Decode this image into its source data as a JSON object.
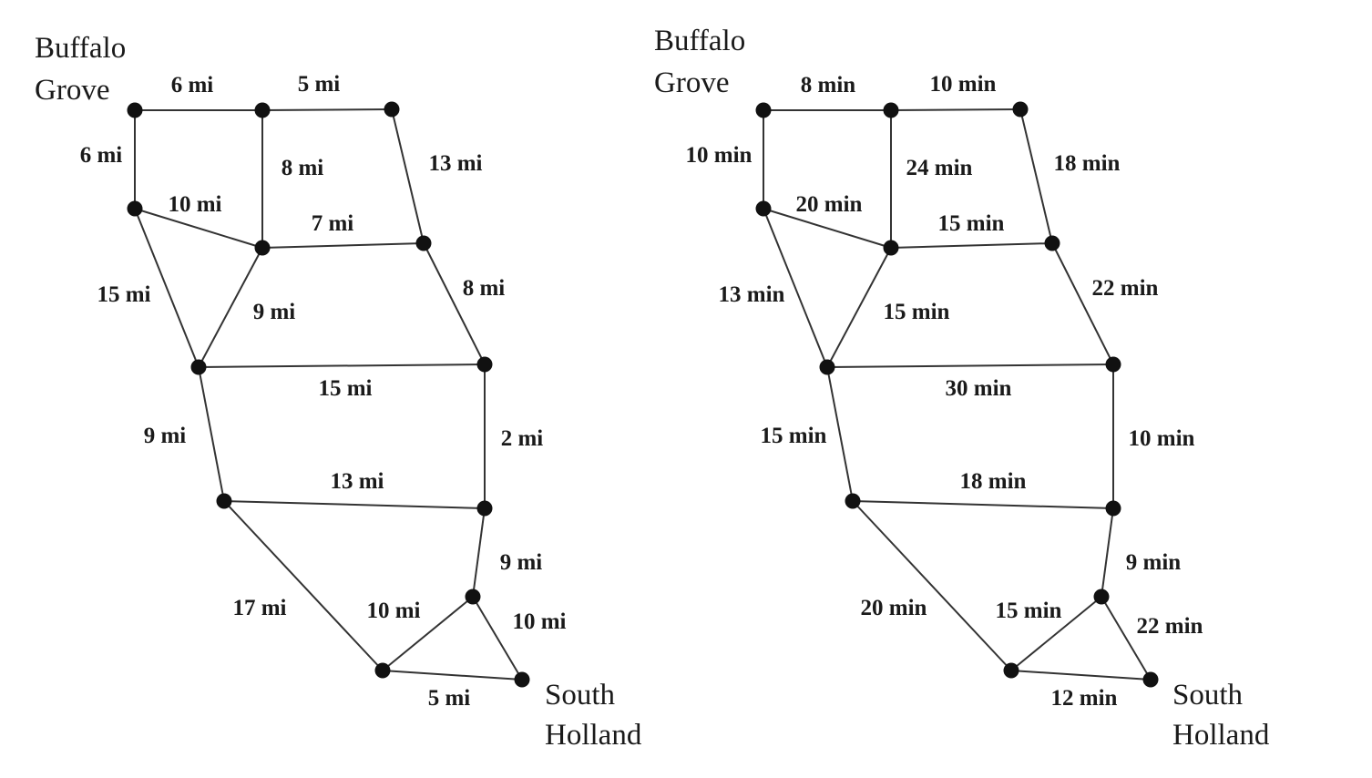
{
  "colors": {
    "edge": "#333333",
    "node": "#111111",
    "text": "#1a1a1a",
    "background": "#ffffff"
  },
  "graphs": [
    {
      "name": "distance-graph",
      "start_label": [
        "Buffalo",
        "Grove"
      ],
      "end_label": [
        "South",
        "Holland"
      ],
      "edge_labels": [
        "6 mi",
        "5 mi",
        "6 mi",
        "8 mi",
        "13 mi",
        "10 mi",
        "7 mi",
        "15 mi",
        "9 mi",
        "8 mi",
        "15 mi",
        "9 mi",
        "2 mi",
        "13 mi",
        "17 mi",
        "9 mi",
        "10 mi",
        "10 mi",
        "5 mi"
      ]
    },
    {
      "name": "time-graph",
      "start_label": [
        "Buffalo",
        "Grove"
      ],
      "end_label": [
        "South",
        "Holland"
      ],
      "edge_labels": [
        "8 min",
        "10 min",
        "10 min",
        "24 min",
        "18 min",
        "20 min",
        "15 min",
        "13 min",
        "15 min",
        "22 min",
        "30 min",
        "15 min",
        "10 min",
        "18 min",
        "20 min",
        "9 min",
        "15 min",
        "22 min",
        "12 min"
      ]
    }
  ]
}
